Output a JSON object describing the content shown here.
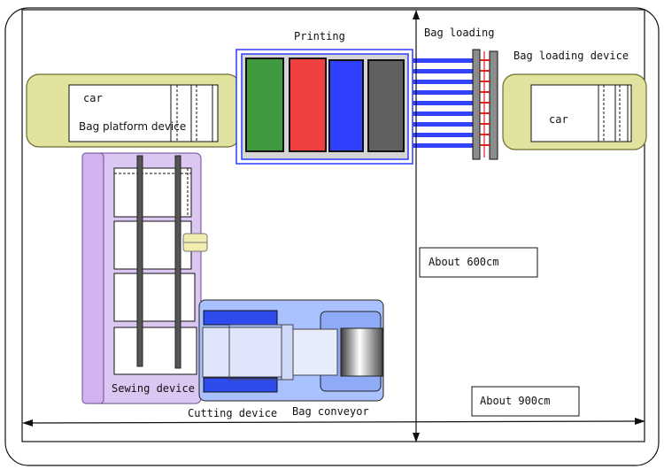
{
  "labels": {
    "printing": "Printing",
    "bag_loading": "Bag loading",
    "bag_loading_device": "Bag loading device",
    "car_left": "car",
    "car_right": "car",
    "bag_platform_device": "Bag platform device",
    "sewing_device": "Sewing device",
    "cutting_device": "Cutting device",
    "bag_conveyor": "Bag conveyor",
    "about_600": "About 600cm",
    "about_900": "About 900cm"
  },
  "colors": {
    "olive_fill": "#e1e29d",
    "olive_stroke": "#6b6b33",
    "printer_blue": "#2b3cff",
    "ink_green": "#3f9a3f",
    "ink_red": "#f0403f",
    "ink_blue": "#2f40ff",
    "ink_gray": "#616161",
    "sewing_purple": "#dcc7f3",
    "conveyor_blue": "#a9c2ff"
  }
}
